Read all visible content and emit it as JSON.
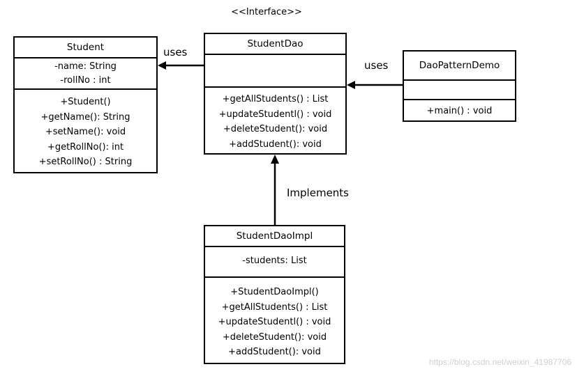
{
  "stereotype": "<<Interface>>",
  "classes": {
    "student": {
      "name": "Student",
      "attributes": [
        "-name: String",
        "-rollNo  : int"
      ],
      "operations": [
        "+Student()",
        "+getName(): String",
        "+setName(): void",
        "+getRollNo(): int",
        "+setRollNo()  : String"
      ]
    },
    "student_dao": {
      "name": "StudentDao",
      "attributes": [],
      "operations": [
        "+getAllStudents()  : List",
        "+updateStudentl()  : void",
        "+deleteStudent(): void",
        "+addStudent(): void"
      ]
    },
    "dao_pattern_demo": {
      "name": "DaoPatternDemo",
      "attributes": [],
      "operations": [
        "+main()  : void"
      ]
    },
    "student_dao_impl": {
      "name": "StudentDaoImpl",
      "attributes": [
        "-students:  List"
      ],
      "operations": [
        "+StudentDaoImpl()",
        "+getAllStudents()  : List",
        "+updateStudentl()  : void",
        "+deleteStudent(): void",
        "+addStudent(): void"
      ]
    }
  },
  "relations": {
    "dao_uses_student": "uses",
    "demo_uses_dao": "uses",
    "impl_implements_dao": "Implements"
  },
  "watermark": "https://blog.csdn.net/weixin_41987706"
}
